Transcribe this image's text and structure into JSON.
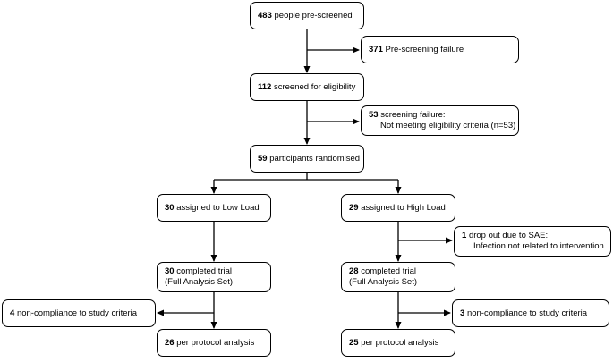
{
  "boxes": {
    "prescreened": {
      "count": "483",
      "text": "people pre-screened"
    },
    "prescreen_fail": {
      "count": "371",
      "text": "Pre-screening failure"
    },
    "screened": {
      "count": "112",
      "text": "screened for eligibility"
    },
    "screen_fail": {
      "count": "53",
      "text": "screening failure:",
      "detail": "Not meeting eligibility criteria (n=53)"
    },
    "randomised": {
      "count": "59",
      "text": "participants randomised"
    },
    "low_load": {
      "count": "30",
      "text": "assigned to Low Load"
    },
    "high_load": {
      "count": "29",
      "text": "assigned to High Load"
    },
    "dropout": {
      "count": "1",
      "text": "drop out due to SAE:",
      "detail": "Infection not related to intervention"
    },
    "low_completed": {
      "count": "30",
      "text": "completed trial",
      "detail": "(Full Analysis Set)"
    },
    "high_completed": {
      "count": "28",
      "text": "completed trial",
      "detail": "(Full Analysis Set)"
    },
    "low_noncompliance": {
      "count": "4",
      "text": "non-compliance to study criteria"
    },
    "high_noncompliance": {
      "count": "3",
      "text": "non-compliance to study criteria"
    },
    "low_pp": {
      "count": "26",
      "text": "per protocol analysis"
    },
    "high_pp": {
      "count": "25",
      "text": "per protocol analysis"
    }
  }
}
